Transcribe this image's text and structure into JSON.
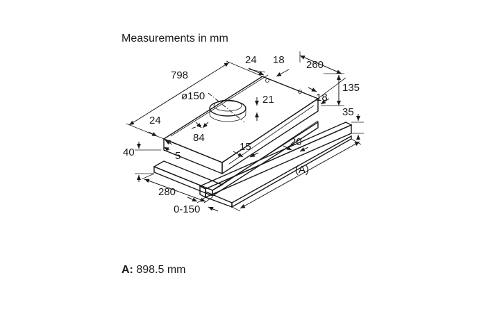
{
  "title": "Measurements in mm",
  "labels": {
    "d798": "798",
    "d24_top": "24",
    "d18_top": "18",
    "d260": "260",
    "d135": "135",
    "d18_side": "18",
    "d35": "35",
    "d150": "ø150",
    "d21": "21",
    "d24_left": "24",
    "d84": "84",
    "d40": "40",
    "d5": "5",
    "d15": "15",
    "d20": "20",
    "dA": "(A)",
    "d280": "280",
    "d0150": "0-150"
  },
  "note": {
    "key": "A:",
    "value": "898.5 mm"
  }
}
